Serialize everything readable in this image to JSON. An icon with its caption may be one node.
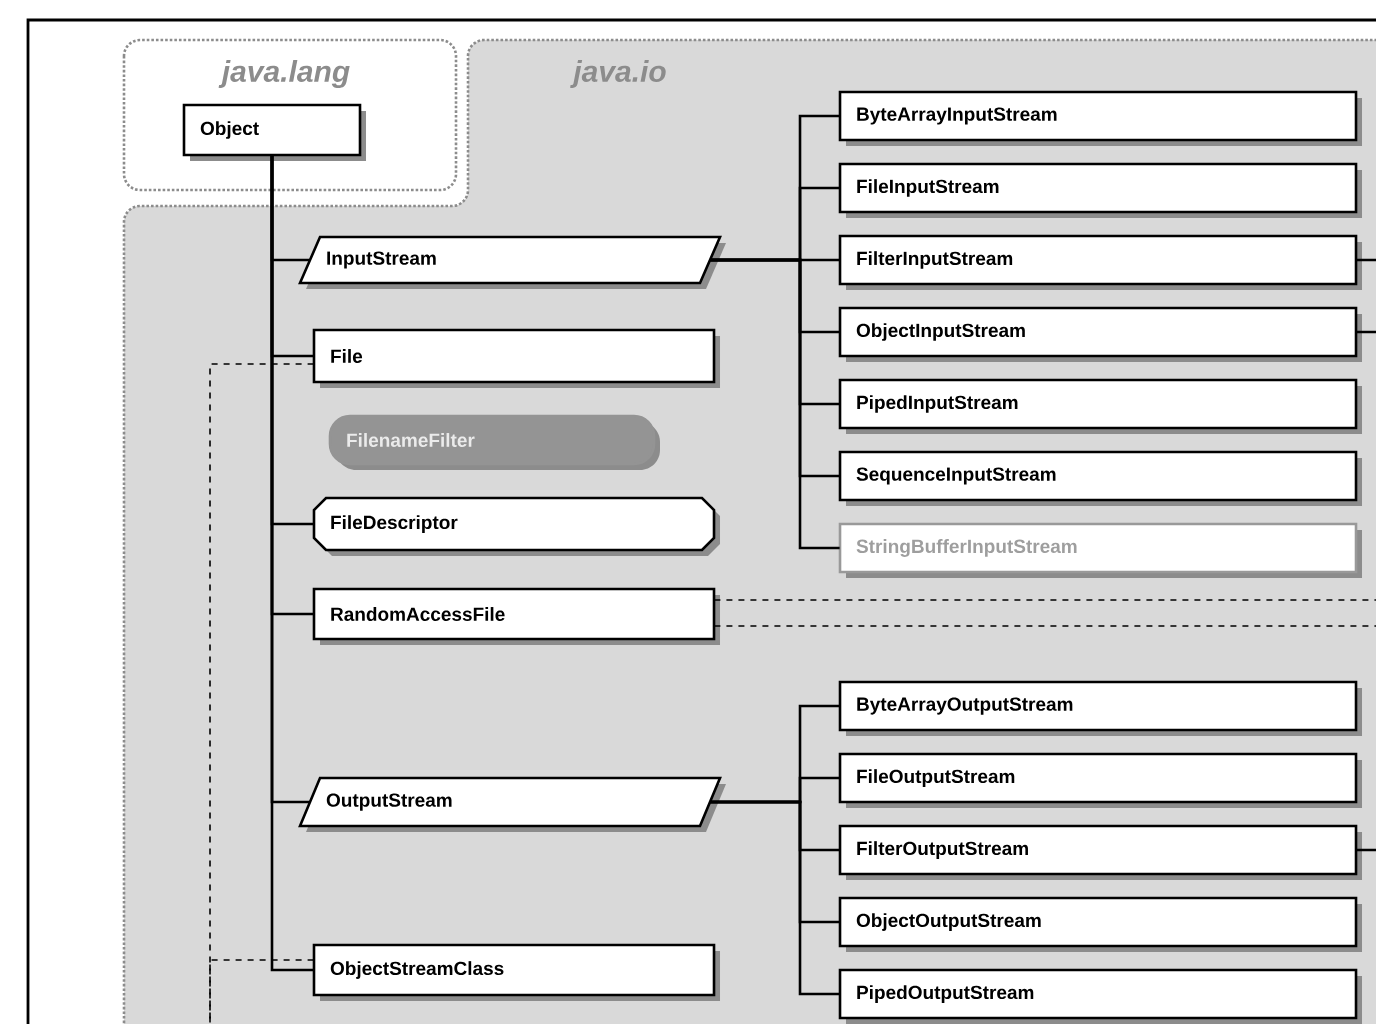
{
  "diagram": {
    "nodes": [
      {
        "text": [
          "java.lang"
        ]
      },
      {
        "text": [
          "Object"
        ],
        "in": 0
      },
      {
        "text": [
          "java.io"
        ]
      },
      {
        "text": [
          "InputStream"
        ],
        "in": 2
      },
      {
        "text": [
          "File"
        ],
        "in": 2
      },
      {
        "text": [
          "FilenameFilter"
        ],
        "in": 2
      },
      {
        "text": [
          "FileDescriptor"
        ],
        "in": 2
      },
      {
        "text": [
          "RandomAccessFile"
        ],
        "in": 2
      },
      {
        "text": [
          "OutputStream"
        ],
        "in": 2
      },
      {
        "text": [
          "ObjectStreamClass"
        ],
        "in": 2
      },
      {
        "text": [
          "ByteArrayInputStream"
        ],
        "in": 2
      },
      {
        "text": [
          "FileInputStream"
        ],
        "in": 2
      },
      {
        "text": [
          "FilterInputStream"
        ],
        "in": 2
      },
      {
        "text": [
          "ObjectInputStream"
        ],
        "in": 2
      },
      {
        "text": [
          "PipedInputStream"
        ],
        "in": 2
      },
      {
        "text": [
          "SequenceInputStream"
        ],
        "in": 2
      },
      {
        "text": [
          "StringBufferInputStream"
        ],
        "in": 2
      },
      {
        "text": [
          "ByteArrayOutputStream"
        ],
        "in": 2
      },
      {
        "text": [
          "FileOutputStream"
        ],
        "in": 2
      },
      {
        "text": [
          "FilterOutputStream"
        ],
        "in": 2
      },
      {
        "text": [
          "ObjectOutputStream"
        ],
        "in": 2
      },
      {
        "text": [
          "PipedOutputStream"
        ],
        "in": 2
      }
    ],
    "edges": [
      {
        "from": 1,
        "to": 3,
        "arrow": "none"
      },
      {
        "from": 1,
        "to": 4,
        "arrow": "none"
      },
      {
        "from": 1,
        "to": 6,
        "arrow": "none"
      },
      {
        "from": 1,
        "to": 7,
        "arrow": "none"
      },
      {
        "from": 1,
        "to": 8,
        "arrow": "none"
      },
      {
        "from": 1,
        "to": 9,
        "arrow": "none"
      },
      {
        "from": 3,
        "to": 10,
        "arrow": "none"
      },
      {
        "from": 3,
        "to": 11,
        "arrow": "none"
      },
      {
        "from": 3,
        "to": 12,
        "arrow": "none"
      },
      {
        "from": 3,
        "to": 13,
        "arrow": "none"
      },
      {
        "from": 3,
        "to": 14,
        "arrow": "none"
      },
      {
        "from": 3,
        "to": 15,
        "arrow": "none"
      },
      {
        "from": 3,
        "to": 16,
        "arrow": "none"
      },
      {
        "from": 8,
        "to": 17,
        "arrow": "none"
      },
      {
        "from": 8,
        "to": 18,
        "arrow": "none"
      },
      {
        "from": 8,
        "to": 19,
        "arrow": "none"
      },
      {
        "from": 8,
        "to": 20,
        "arrow": "none"
      },
      {
        "from": 8,
        "to": 21,
        "arrow": "none"
      },
      {
        "from": 4,
        "to": null,
        "arrow": "none",
        "style": "dashed"
      },
      {
        "from": 9,
        "to": null,
        "arrow": "none",
        "style": "dashed"
      },
      {
        "from": 7,
        "to": null,
        "arrow": "none",
        "style": "dashed"
      },
      {
        "from": 7,
        "to": null,
        "arrow": "none",
        "style": "dashed"
      },
      {
        "from": 12,
        "to": null,
        "arrow": "none"
      },
      {
        "from": 13,
        "to": null,
        "arrow": "none"
      },
      {
        "from": 19,
        "to": null,
        "arrow": "none"
      }
    ]
  }
}
